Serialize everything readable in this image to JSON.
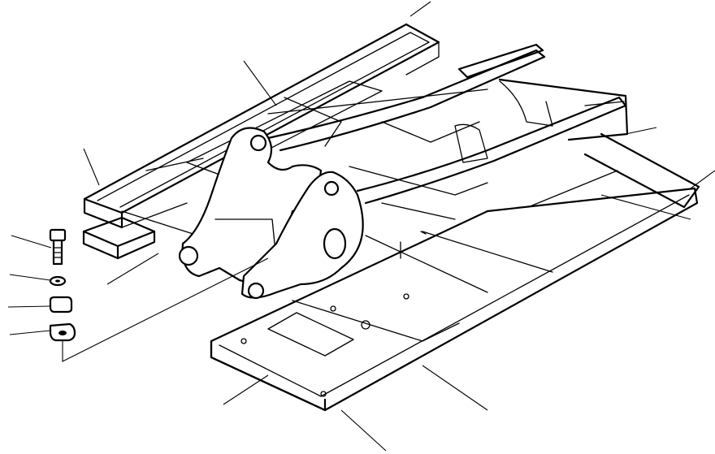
{
  "drawing": {
    "style": "line-art",
    "ink_color": "#000000",
    "paper_color": "#ffffff"
  },
  "parts": [
    {
      "id": "left-frame-rail"
    },
    {
      "id": "right-frame-rail"
    },
    {
      "id": "rear-crossmember"
    },
    {
      "id": "front-floor-plate"
    },
    {
      "id": "boom-bracket-left"
    },
    {
      "id": "boom-bracket-right"
    },
    {
      "id": "side-arm-left"
    },
    {
      "id": "side-arm-right"
    },
    {
      "id": "counterweight-block"
    },
    {
      "id": "bolt"
    },
    {
      "id": "washer"
    },
    {
      "id": "cap"
    },
    {
      "id": "shim-plate"
    }
  ]
}
